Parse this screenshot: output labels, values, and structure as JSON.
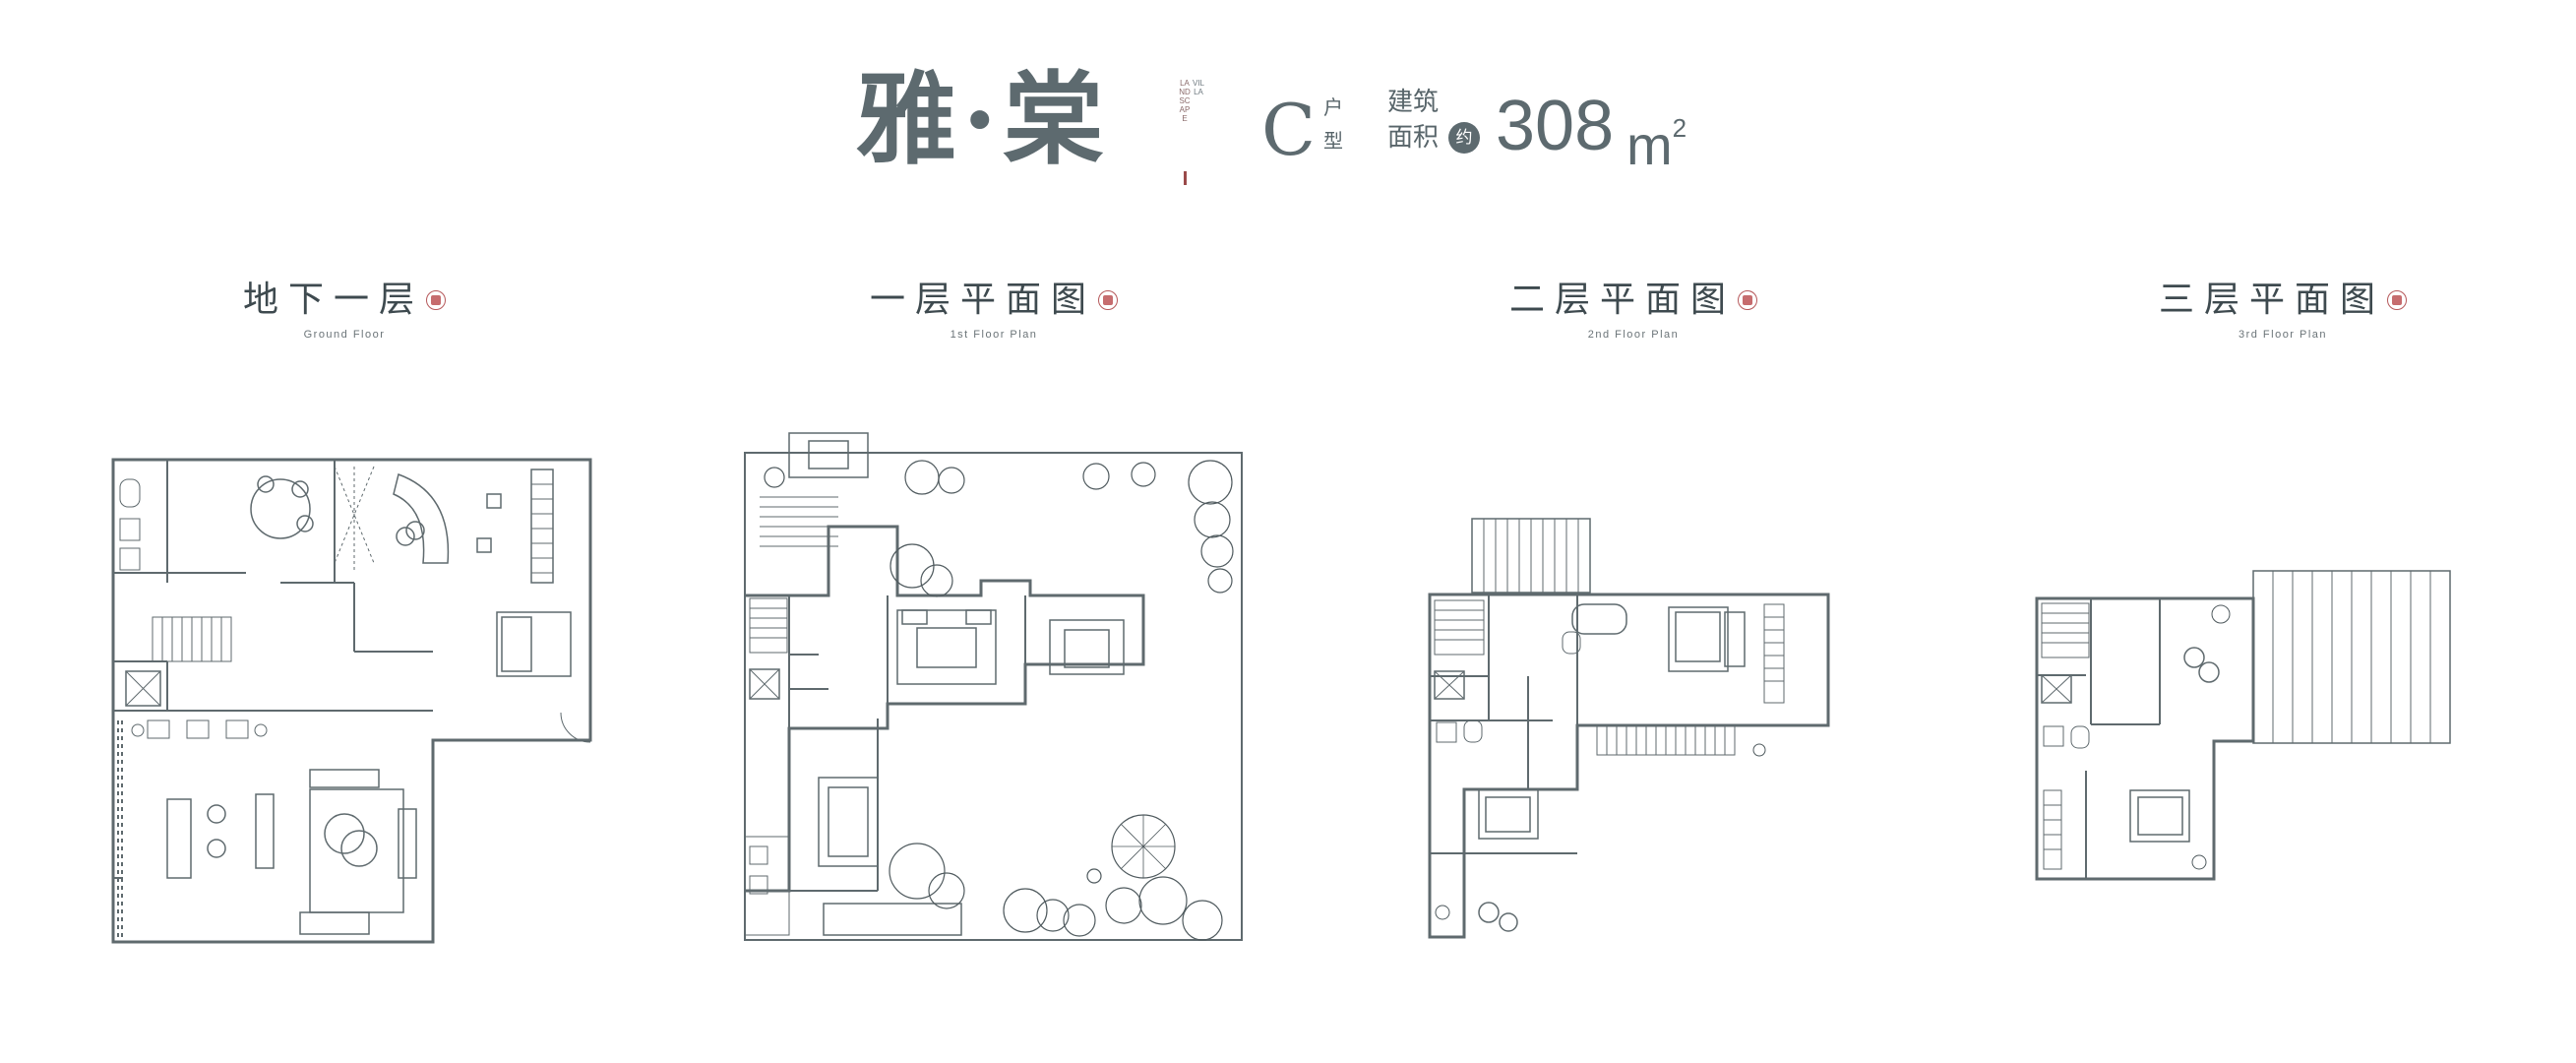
{
  "brand": {
    "name": "雅·棠",
    "vertical_en": "LANDSCAPE",
    "vertical_en2": "VILLA"
  },
  "unit": {
    "type": "C",
    "type_label": "户型",
    "area_label": "建筑面积",
    "approx": "约",
    "area_value": "308",
    "area_unit": "m",
    "area_unit_sup": "2"
  },
  "floors": [
    {
      "cn": "地下一层",
      "en": "Ground Floor"
    },
    {
      "cn": "一层平面图",
      "en": "1st Floor Plan"
    },
    {
      "cn": "二层平面图",
      "en": "2nd Floor Plan"
    },
    {
      "cn": "三层平面图",
      "en": "3rd Floor Plan"
    }
  ],
  "colors": {
    "heading": "#5d6a6f",
    "wall": "#5f6a6e",
    "furniture": "#7c8589",
    "tree": "#4f5a5e",
    "seal": "#b6595b"
  }
}
